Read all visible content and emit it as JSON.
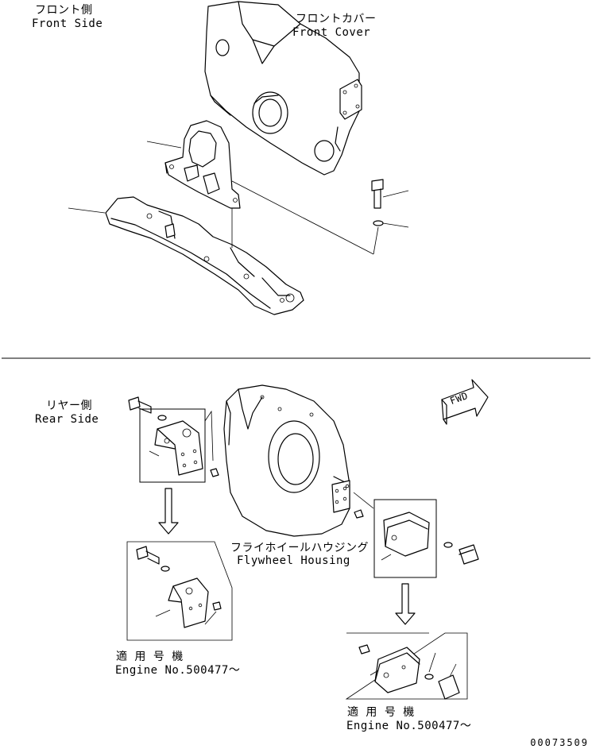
{
  "front_section": {
    "side_label_jp": "フロント側",
    "side_label_en": "Front Side",
    "cover_label_jp": "フロントカバー",
    "cover_label_en": "Front Cover"
  },
  "rear_section": {
    "side_label_jp": "リヤー側",
    "side_label_en": "Rear Side",
    "housing_label_jp": "フライホイールハウジング",
    "housing_label_en": "Flywheel Housing",
    "fwd_arrow_text": "FWD"
  },
  "applicability_left": {
    "label_jp": "適 用 号 機",
    "label_en": "Engine No.500477～"
  },
  "applicability_right": {
    "label_jp": "適 用 号 機",
    "label_en": "Engine No.500477～"
  },
  "document_number": "00073509"
}
